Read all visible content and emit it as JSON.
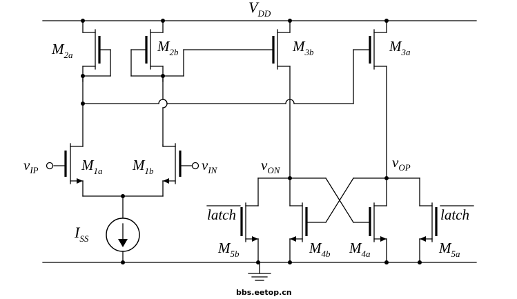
{
  "supply": {
    "main": "V",
    "sub": "DD"
  },
  "transistors": {
    "m2a": {
      "main": "M",
      "sub": "2a"
    },
    "m2b": {
      "main": "M",
      "sub": "2b"
    },
    "m3b": {
      "main": "M",
      "sub": "3b"
    },
    "m3a": {
      "main": "M",
      "sub": "3a"
    },
    "m1a": {
      "main": "M",
      "sub": "1a"
    },
    "m1b": {
      "main": "M",
      "sub": "1b"
    },
    "m5b": {
      "main": "M",
      "sub": "5b"
    },
    "m4b": {
      "main": "M",
      "sub": "4b"
    },
    "m4a": {
      "main": "M",
      "sub": "4a"
    },
    "m5a": {
      "main": "M",
      "sub": "5a"
    }
  },
  "inputs": {
    "vip": {
      "main": "v",
      "sub": "IP"
    },
    "vin": {
      "main": "v",
      "sub": "IN"
    }
  },
  "outputs": {
    "von": {
      "main": "v",
      "sub": "ON"
    },
    "vop": {
      "main": "v",
      "sub": "OP"
    }
  },
  "current_source": {
    "main": "I",
    "sub": "SS"
  },
  "latch_left": "latch",
  "latch_right": "latch",
  "watermark": "bbs.eetop.cn"
}
